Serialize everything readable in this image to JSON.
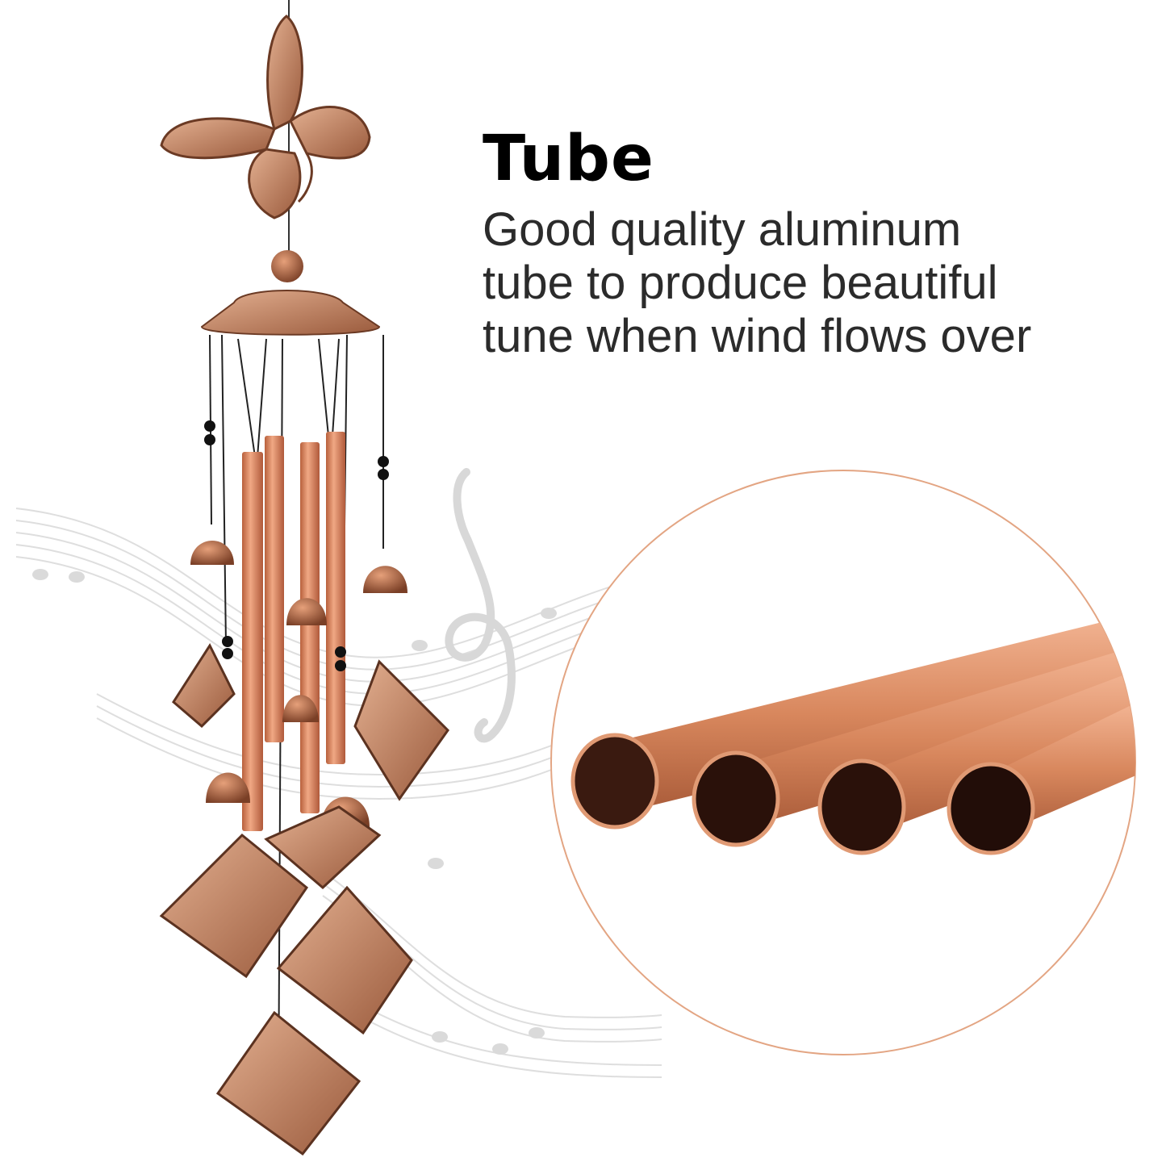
{
  "heading": {
    "title": "Tube",
    "description_lines": [
      "Good quality aluminum",
      "tube to produce beautiful",
      "tune when wind flows over"
    ]
  },
  "product": {
    "name": "butterfly wind chime",
    "tube_count": 4,
    "bell_count": 6,
    "butterfly_pendant_count": 7
  },
  "colors": {
    "copper": "#d98a62",
    "copper_dark": "#8a5236",
    "circle_border": "#e3a583",
    "music_staff": "#dcdcdc",
    "text": "#2b2b2b"
  }
}
